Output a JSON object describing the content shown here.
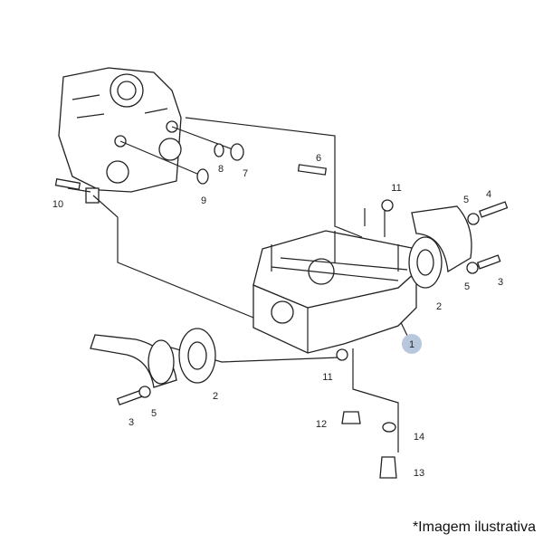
{
  "diagram": {
    "callouts": {
      "c10": "10",
      "c9": "9",
      "c8": "8",
      "c7": "7",
      "c6": "6",
      "c11a": "11",
      "c5a": "5",
      "c4": "4",
      "c3a": "3",
      "c5b": "5",
      "c2a": "2",
      "c1": "1",
      "c11b": "11",
      "c2b": "2",
      "c3b": "3",
      "c5c": "5",
      "c12": "12",
      "c14": "14",
      "c13": "13"
    },
    "highlight_color": "#b7c7dc"
  },
  "caption": "*Imagem ilustrativa"
}
